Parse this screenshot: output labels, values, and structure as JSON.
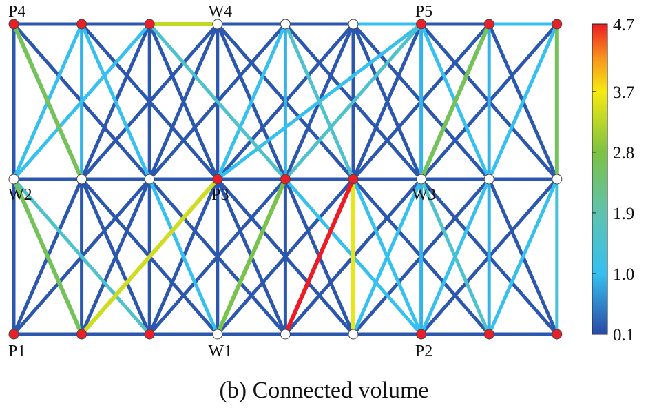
{
  "caption": "(b) Connected volume",
  "colorbar": {
    "ticks": [
      "4.7",
      "3.7",
      "2.8",
      "1.9",
      "1.0",
      "0.1"
    ],
    "min": 0.1,
    "max": 4.7,
    "stops": [
      {
        "v": 0.1,
        "color": "#2b4aa6"
      },
      {
        "v": 1.0,
        "color": "#36c0f0"
      },
      {
        "v": 1.9,
        "color": "#5fc2b0"
      },
      {
        "v": 2.8,
        "color": "#7dc242"
      },
      {
        "v": 3.7,
        "color": "#f6ea10"
      },
      {
        "v": 4.2,
        "color": "#f7941d"
      },
      {
        "v": 4.7,
        "color": "#ed1c24"
      }
    ]
  },
  "colors": {
    "base_edge": "#3750a8",
    "production_well": "#e8202a",
    "water_well": "#ffffff",
    "node_stroke": "#444444"
  },
  "nodes": {
    "rows": 3,
    "cols": 9,
    "types": [
      [
        "P",
        "P",
        "P",
        "W",
        "W",
        "W",
        "P",
        "P",
        "P"
      ],
      [
        "W",
        "W",
        "W",
        "P",
        "P",
        "P",
        "W",
        "W",
        "W"
      ],
      [
        "P",
        "P",
        "P",
        "W",
        "W",
        "W",
        "P",
        "P",
        "P"
      ]
    ],
    "labels": [
      {
        "text": "P4",
        "row": 0,
        "col": 0
      },
      {
        "text": "W4",
        "row": 0,
        "col": 3
      },
      {
        "text": "P5",
        "row": 0,
        "col": 6
      },
      {
        "text": "W2",
        "row": 1,
        "col": 0
      },
      {
        "text": "P3",
        "row": 1,
        "col": 3
      },
      {
        "text": "W3",
        "row": 1,
        "col": 6
      },
      {
        "text": "P1",
        "row": 2,
        "col": 0
      },
      {
        "text": "W1",
        "row": 2,
        "col": 3
      },
      {
        "text": "P2",
        "row": 2,
        "col": 6
      }
    ]
  },
  "edges": {
    "horizontal_top": [
      0.2,
      0.2,
      3.3,
      0.2,
      0.2,
      1.0,
      0.2,
      1.0
    ],
    "horizontal_mid": [
      0.2,
      0.2,
      0.2,
      0.2,
      0.2,
      0.2,
      0.2,
      0.2
    ],
    "horizontal_bot": [
      0.2,
      0.2,
      0.2,
      0.2,
      0.2,
      0.2,
      0.2,
      0.2
    ],
    "vertical_top": [
      0.2,
      0.9,
      0.2,
      0.2,
      0.9,
      0.2,
      0.9,
      0.9,
      2.6
    ],
    "vertical_bot": [
      0.2,
      0.2,
      0.2,
      0.2,
      0.2,
      3.6,
      0.9,
      0.9,
      1.3
    ],
    "extra": [
      {
        "r1": 0,
        "c1": 0,
        "r2": 1,
        "c2": 1,
        "v": 2.6
      },
      {
        "r1": 0,
        "c1": 1,
        "r2": 1,
        "c2": 0,
        "v": 1.0
      },
      {
        "r1": 0,
        "c1": 2,
        "r2": 1,
        "c2": 0,
        "v": 1.0
      },
      {
        "r1": 0,
        "c1": 1,
        "r2": 1,
        "c2": 2,
        "v": 1.0
      },
      {
        "r1": 0,
        "c1": 2,
        "r2": 1,
        "c2": 4,
        "v": 1.5
      },
      {
        "r1": 0,
        "c1": 4,
        "r2": 1,
        "c2": 5,
        "v": 1.5
      },
      {
        "r1": 0,
        "c1": 4,
        "r2": 1,
        "c2": 3,
        "v": 1.0
      },
      {
        "r1": 0,
        "c1": 6,
        "r2": 1,
        "c2": 4,
        "v": 1.5
      },
      {
        "r1": 0,
        "c1": 6,
        "r2": 1,
        "c2": 3,
        "v": 1.0
      },
      {
        "r1": 0,
        "c1": 6,
        "r2": 1,
        "c2": 7,
        "v": 1.0
      },
      {
        "r1": 0,
        "c1": 7,
        "r2": 1,
        "c2": 6,
        "v": 2.6
      },
      {
        "r1": 0,
        "c1": 8,
        "r2": 1,
        "c2": 7,
        "v": 1.0
      },
      {
        "r1": 1,
        "c1": 0,
        "r2": 2,
        "c2": 1,
        "v": 2.6
      },
      {
        "r1": 1,
        "c1": 0,
        "r2": 2,
        "c2": 2,
        "v": 1.5
      },
      {
        "r1": 1,
        "c1": 3,
        "r2": 2,
        "c2": 1,
        "v": 3.4
      },
      {
        "r1": 1,
        "c1": 2,
        "r2": 2,
        "c2": 3,
        "v": 1.0
      },
      {
        "r1": 1,
        "c1": 4,
        "r2": 2,
        "c2": 3,
        "v": 2.7
      },
      {
        "r1": 1,
        "c1": 5,
        "r2": 2,
        "c2": 4,
        "v": 4.7
      },
      {
        "r1": 1,
        "c1": 4,
        "r2": 2,
        "c2": 6,
        "v": 1.0
      },
      {
        "r1": 1,
        "c1": 5,
        "r2": 2,
        "c2": 6,
        "v": 1.0
      },
      {
        "r1": 1,
        "c1": 6,
        "r2": 2,
        "c2": 5,
        "v": 1.0
      },
      {
        "r1": 1,
        "c1": 7,
        "r2": 2,
        "c2": 6,
        "v": 1.0
      },
      {
        "r1": 1,
        "c1": 6,
        "r2": 2,
        "c2": 7,
        "v": 1.5
      },
      {
        "r1": 1,
        "c1": 8,
        "r2": 2,
        "c2": 7,
        "v": 1.0
      }
    ]
  }
}
